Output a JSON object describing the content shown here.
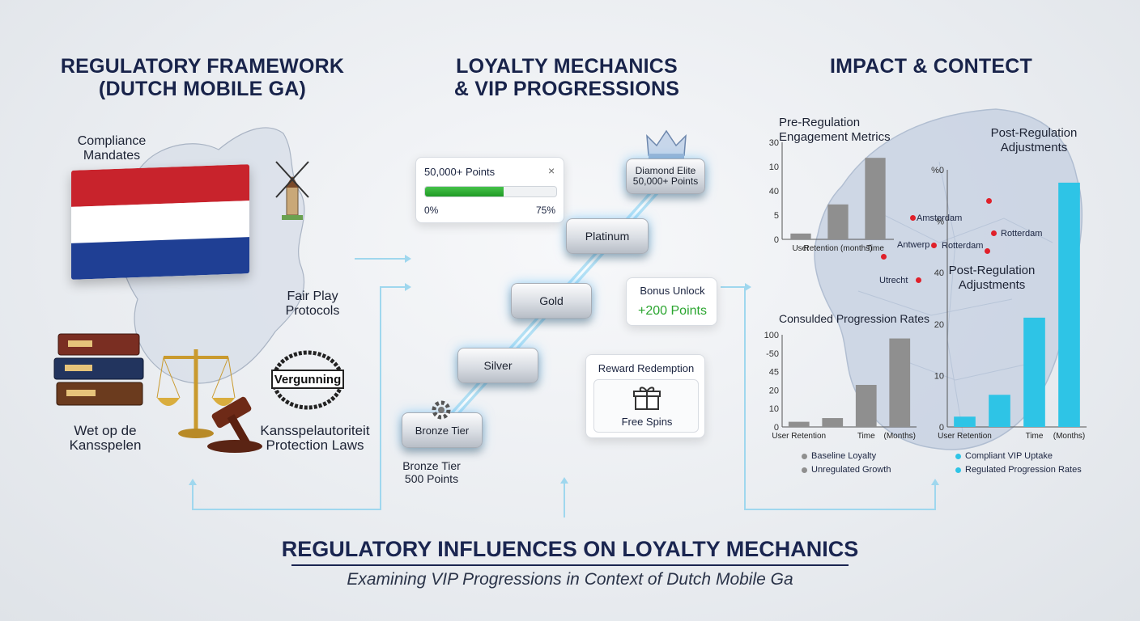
{
  "columns": {
    "left": {
      "title_line1": "REGULATORY FRAMEWORK",
      "title_line2": "(DUTCH MOBILE GA)",
      "compliance_line1": "Compliance",
      "compliance_line2": "Mandates",
      "fairplay_line1": "Fair Play",
      "fairplay_line2": "Protocols",
      "law_line1": "Wet op de",
      "law_line2": "Kansspelen",
      "authority_line1": "Kansspelautoriteit",
      "authority_line2": "Protection Laws",
      "stamp_text": "Vergunning"
    },
    "middle": {
      "title_line1": "LOYALTY MECHANICS",
      "title_line2": "& VIP PROGRESSIONS",
      "progress_card": {
        "title": "50,000+ Points",
        "close": "×",
        "min_label": "0%",
        "max_label": "75%",
        "fill_fraction": 0.6
      },
      "tiers": {
        "bronze": "Bronze Tier",
        "silver": "Silver",
        "gold": "Gold",
        "platinum": "Platinum",
        "diamond_line1": "Diamond Elite",
        "diamond_line2": "50,000+ Points"
      },
      "bronze_caption_line1": "Bronze Tier",
      "bronze_caption_line2": "500 Points",
      "bonus_card": {
        "title": "Bonus Unlock",
        "value": "+200 Points"
      },
      "reward_card": {
        "title": "Reward Redemption",
        "item": "Free Spins"
      }
    },
    "right": {
      "title": "IMPACT & CONTECT",
      "pre_title_line1": "Pre-Regulation",
      "pre_title_line2": "Engagement Metrics",
      "post_title_line1": "Post-Regulation",
      "post_title_line2": "Adjustments",
      "post2_title_line1": "Post-Regulation",
      "post2_title_line2": "Adjustments",
      "consolidated_title": "Consulded Progression Rates",
      "cities": {
        "amsterdam": "Amsterdam",
        "rotterdam1": "Rotterdam",
        "rotterdam2": "Rotterdam",
        "utrecht": "Utrecht",
        "antwerp": "Antwerp"
      }
    }
  },
  "chart_data": [
    {
      "type": "bar",
      "title": "Pre-Regulation Engagement Metrics",
      "categories": [
        "User",
        "Retention (months)",
        "Time"
      ],
      "tick_labels": [
        "30",
        "10",
        "40",
        "5",
        "0"
      ],
      "values": [
        3,
        18,
        42
      ],
      "ylim": [
        0,
        50
      ]
    },
    {
      "type": "bar",
      "title": "Consulded Progression Rates",
      "categories": [
        "User Retention",
        "",
        "Time",
        "(Months)"
      ],
      "tick_labels": [
        "100",
        "-50",
        "45",
        "20",
        "10",
        "0"
      ],
      "values": [
        7,
        12,
        57,
        120
      ],
      "ylim": [
        0,
        125
      ],
      "legend": [
        "Baseline Loyalty",
        "Unregulated Growth"
      ]
    },
    {
      "type": "bar",
      "title": "Post-Regulation Adjustments",
      "categories": [
        "User Retention",
        "",
        "Time",
        "(Months)"
      ],
      "tick_labels": [
        "%0",
        "%",
        "40",
        "20",
        "10",
        "0"
      ],
      "values": [
        8,
        25,
        85,
        190
      ],
      "ylim": [
        0,
        200
      ],
      "legend": [
        "Compliant VIP Uptake",
        "Regulated Progression Rates"
      ]
    }
  ],
  "footer": {
    "title": "REGULATORY INFLUENCES ON LOYALTY MECHANICS",
    "subtitle": "Examining VIP Progressions in Context of Dutch Mobile Ga"
  },
  "colors": {
    "flag_red": "#c8232c",
    "flag_white": "#ffffff",
    "flag_blue": "#1f3f94",
    "accent_green": "#2aa52f",
    "accent_cyan": "#2ec4e6",
    "bar_gray": "#8f8f8f",
    "title_navy": "#18234a",
    "city_dot": "#e0202a"
  }
}
